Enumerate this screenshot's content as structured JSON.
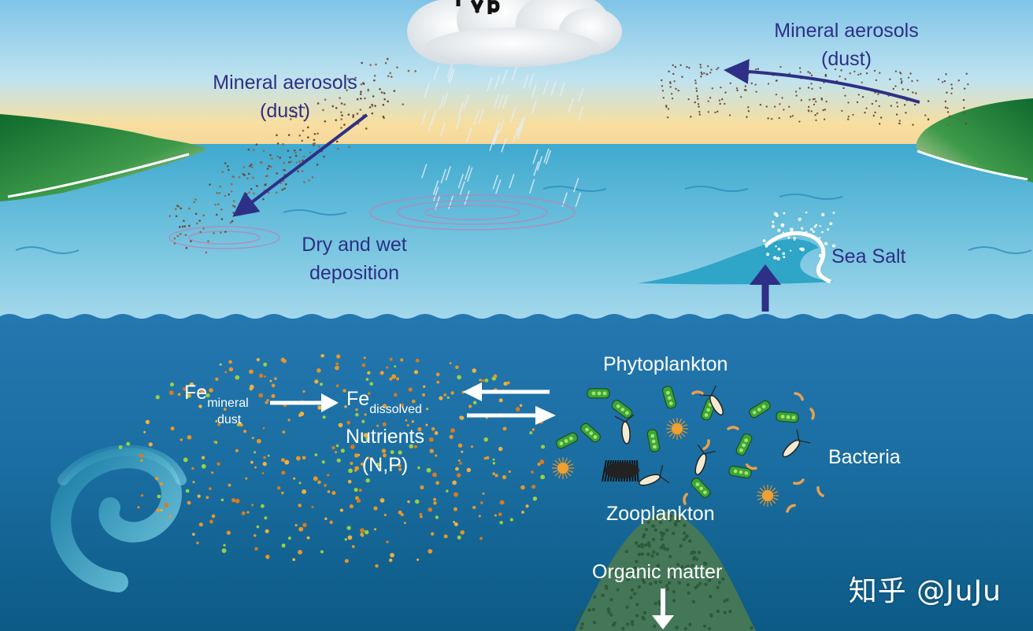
{
  "labels": {
    "aerosol_left_1": "Mineral aerosols",
    "aerosol_left_2": "(dust)",
    "aerosol_right_1": "Mineral aerosols",
    "aerosol_right_2": "(dust)",
    "deposition_1": "Dry and wet",
    "deposition_2": "deposition",
    "sea_salt": "Sea Salt",
    "fe": "Fe",
    "fe_sub_1": "mineral",
    "fe_sub_2": "dust",
    "fe_dissolved_sub": "dissolved",
    "nutrients_1": "Nutrients",
    "nutrients_2": "(N,P)",
    "phytoplankton": "Phytoplankton",
    "bacteria": "Bacteria",
    "zooplankton": "Zooplankton",
    "organic_matter": "Organic matter"
  },
  "watermark": "知乎 @JuJu",
  "colors": {
    "label_text": "#2e2f86",
    "arrow_navy": "#2e2f86",
    "sky_top": "#7fc4e8",
    "horizon": "#f7dfa0",
    "ocean_surface": "#4fb0d3",
    "deep_ocean": "#0f5f8c",
    "land_green": "#1e7a3a",
    "phyto_green": "#3aa638",
    "particle_orange": "#e8962a"
  },
  "icons": [
    "cloud-icon",
    "rain-icon",
    "wave-icon",
    "eddy-icon",
    "phytoplankton-icon",
    "zooplankton-icon",
    "bacteria-icon"
  ]
}
